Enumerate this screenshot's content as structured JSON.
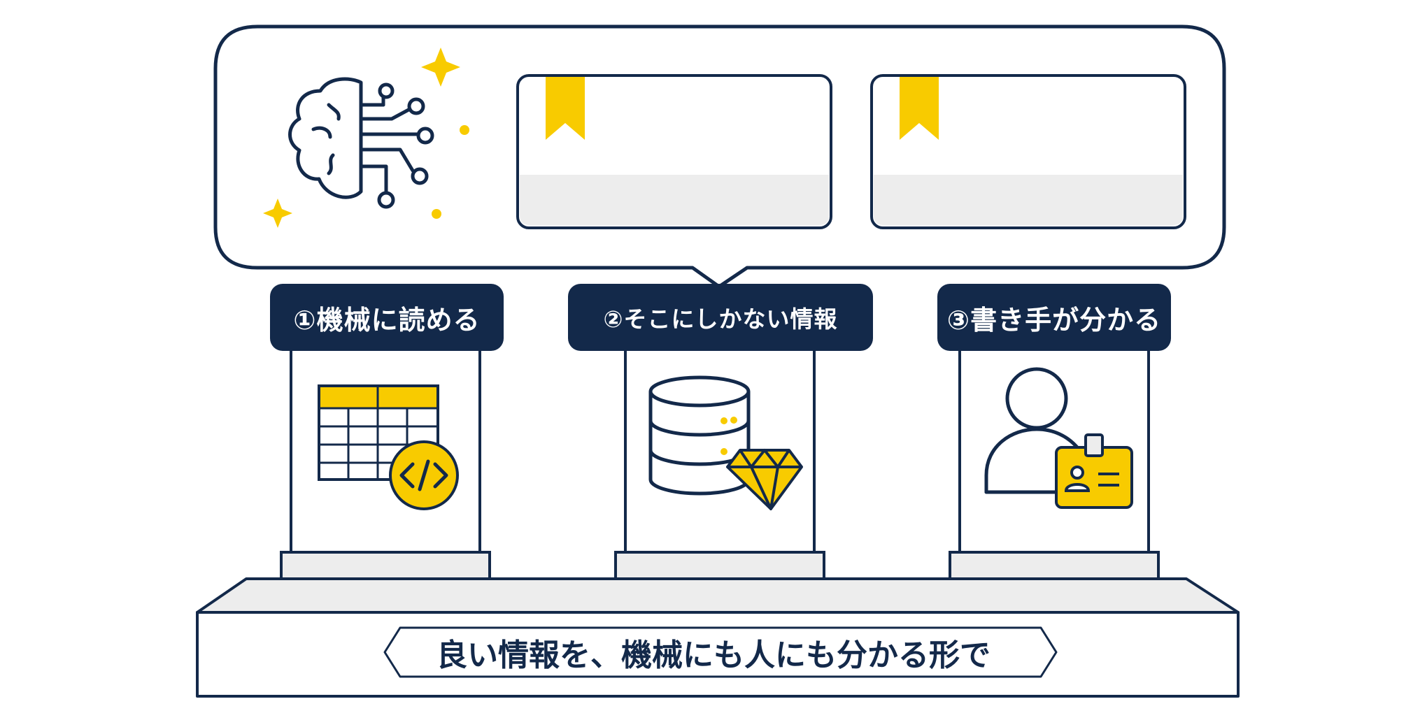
{
  "pillars": [
    {
      "label": "①機械に読める",
      "icon": "table-code-icon"
    },
    {
      "label": "②そこにしかない情報",
      "icon": "database-gem-icon"
    },
    {
      "label": "③書き手が分かる",
      "icon": "person-badge-icon"
    }
  ],
  "base": {
    "caption": "良い情報を、機械にも人にも分かる形で"
  },
  "bubble": {
    "icon": "ai-brain-icon",
    "cards": [
      {
        "icon": "bookmark-icon"
      },
      {
        "icon": "bookmark-icon"
      }
    ]
  },
  "colors": {
    "navy": "#13294a",
    "yellow": "#f8cb00",
    "light_gray": "#ededed"
  }
}
